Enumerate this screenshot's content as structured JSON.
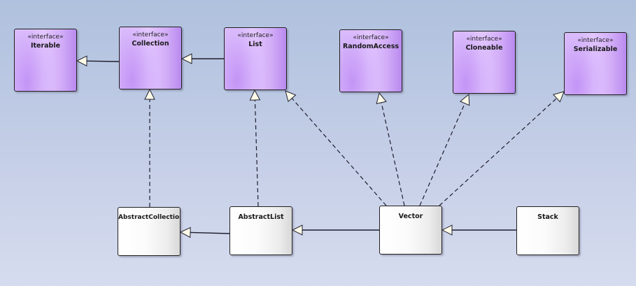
{
  "diagram": {
    "type": "UML class diagram",
    "colors": {
      "interface_fill": "#d9b9fb",
      "class_fill": "#f6f6f6",
      "line": "#1e1e2e",
      "arrowhead_fill": "#fffbe8",
      "background_top": "#afc1de",
      "background_bottom": "#d6dcef"
    },
    "nodes": [
      {
        "id": "Iterable",
        "stereotype": "«interface»",
        "name": "Iterable",
        "kind": "interface"
      },
      {
        "id": "Collection",
        "stereotype": "«interface»",
        "name": "Collection",
        "kind": "interface"
      },
      {
        "id": "List",
        "stereotype": "«interface»",
        "name": "List",
        "kind": "interface"
      },
      {
        "id": "RandomAccess",
        "stereotype": "«interface»",
        "name": "RandomAccess",
        "kind": "interface"
      },
      {
        "id": "Cloneable",
        "stereotype": "«interface»",
        "name": "Cloneable",
        "kind": "interface"
      },
      {
        "id": "Serializable",
        "stereotype": "«interface»",
        "name": "Serializable",
        "kind": "interface"
      },
      {
        "id": "AbstractCollection",
        "name": "AbstractCollection",
        "kind": "class"
      },
      {
        "id": "AbstractList",
        "name": "AbstractList",
        "kind": "class"
      },
      {
        "id": "Vector",
        "name": "Vector",
        "kind": "class"
      },
      {
        "id": "Stack",
        "name": "Stack",
        "kind": "class"
      }
    ],
    "edges": [
      {
        "from": "Collection",
        "to": "Iterable",
        "relation": "generalization"
      },
      {
        "from": "List",
        "to": "Collection",
        "relation": "generalization"
      },
      {
        "from": "AbstractCollection",
        "to": "Collection",
        "relation": "realization"
      },
      {
        "from": "AbstractList",
        "to": "List",
        "relation": "realization"
      },
      {
        "from": "AbstractList",
        "to": "AbstractCollection",
        "relation": "generalization"
      },
      {
        "from": "Vector",
        "to": "AbstractList",
        "relation": "generalization"
      },
      {
        "from": "Vector",
        "to": "List",
        "relation": "realization"
      },
      {
        "from": "Vector",
        "to": "RandomAccess",
        "relation": "realization"
      },
      {
        "from": "Vector",
        "to": "Cloneable",
        "relation": "realization"
      },
      {
        "from": "Vector",
        "to": "Serializable",
        "relation": "realization"
      },
      {
        "from": "Stack",
        "to": "Vector",
        "relation": "generalization"
      }
    ]
  }
}
